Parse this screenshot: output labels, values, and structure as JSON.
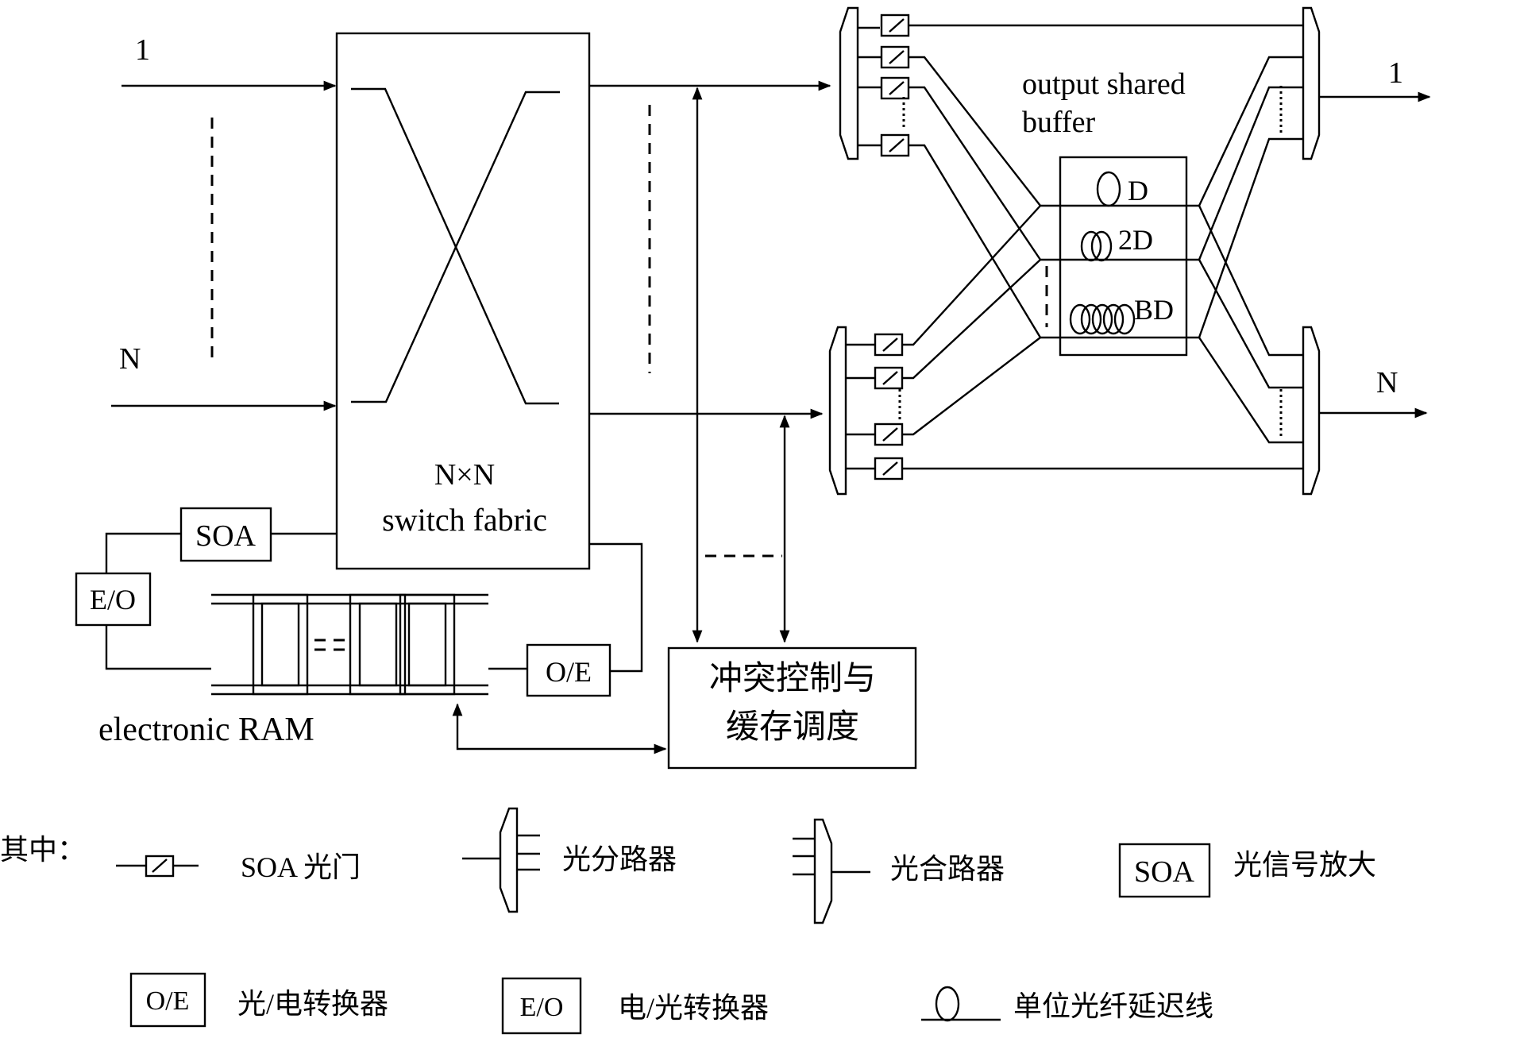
{
  "inputs": {
    "first": "1",
    "last": "N"
  },
  "outputs": {
    "first": "1",
    "last": "N"
  },
  "switch_fabric": {
    "line1": "N×N",
    "line2": "switch fabric"
  },
  "soa_label": "SOA",
  "eo_label": "E/O",
  "oe_label": "O/E",
  "ram_label": "electronic RAM",
  "buffer": {
    "title_line1": "output shared",
    "title_line2": "buffer",
    "delays": [
      "D",
      "2D",
      "BD"
    ]
  },
  "controller": {
    "line1": "冲突控制与",
    "line2": "缓存调度"
  },
  "legend": {
    "prefix": "其中：",
    "soa_gate": "SOA 光门",
    "splitter": "光分路器",
    "combiner": "光合路器",
    "soa_box": "SOA",
    "soa_amp": "光信号放大",
    "oe_box": "O/E",
    "oe_desc": "光/电转换器",
    "eo_box": "E/O",
    "eo_desc": "电/光转换器",
    "delay_desc": "单位光纤延迟线"
  }
}
